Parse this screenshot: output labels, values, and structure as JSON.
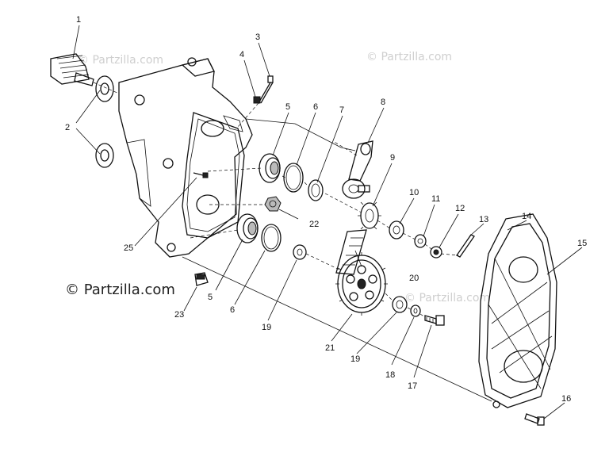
{
  "watermarks": {
    "top_left": "© Partzilla.com",
    "top_right": "© Partzilla.com",
    "mid_right": "© Partzilla.com",
    "main": "© Partzilla.com"
  },
  "callouts": {
    "c1": "1",
    "c2": "2",
    "c3": "3",
    "c4": "4",
    "c5a": "5",
    "c5b": "5",
    "c6a": "6",
    "c6b": "6",
    "c7": "7",
    "c8": "8",
    "c9": "9",
    "c10": "10",
    "c11": "11",
    "c12": "12",
    "c13": "13",
    "c14": "14",
    "c15": "15",
    "c16": "16",
    "c17": "17",
    "c18": "18",
    "c19a": "19",
    "c19b": "19",
    "c20": "20",
    "c21": "21",
    "c22": "22",
    "c23": "23",
    "c25": "25"
  }
}
